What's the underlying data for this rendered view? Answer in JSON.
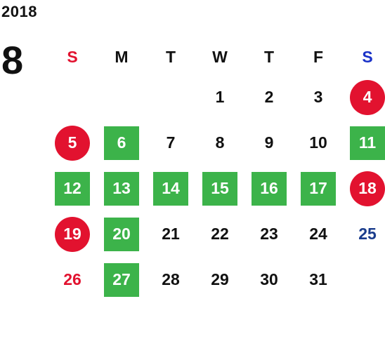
{
  "calendar": {
    "year": "2018",
    "month": "8",
    "weekdays": [
      {
        "label": "S",
        "color": "#e2122f"
      },
      {
        "label": "M",
        "color": "#111111"
      },
      {
        "label": "T",
        "color": "#111111"
      },
      {
        "label": "W",
        "color": "#111111"
      },
      {
        "label": "T",
        "color": "#111111"
      },
      {
        "label": "F",
        "color": "#111111"
      },
      {
        "label": "S",
        "color": "#1a32c8"
      }
    ],
    "weeks": [
      [
        null,
        null,
        null,
        {
          "day": "1",
          "style": "plain",
          "color": "#111111"
        },
        {
          "day": "2",
          "style": "plain",
          "color": "#111111"
        },
        {
          "day": "3",
          "style": "plain",
          "color": "#111111"
        },
        {
          "day": "4",
          "style": "red-circle",
          "color": "#ffffff"
        }
      ],
      [
        {
          "day": "5",
          "style": "red-circle",
          "color": "#ffffff"
        },
        {
          "day": "6",
          "style": "green-box",
          "color": "#ffffff"
        },
        {
          "day": "7",
          "style": "plain",
          "color": "#111111"
        },
        {
          "day": "8",
          "style": "plain",
          "color": "#111111"
        },
        {
          "day": "9",
          "style": "plain",
          "color": "#111111"
        },
        {
          "day": "10",
          "style": "plain",
          "color": "#111111"
        },
        {
          "day": "11",
          "style": "green-box",
          "color": "#ffffff"
        }
      ],
      [
        {
          "day": "12",
          "style": "green-box",
          "color": "#ffffff"
        },
        {
          "day": "13",
          "style": "green-box",
          "color": "#ffffff"
        },
        {
          "day": "14",
          "style": "green-box",
          "color": "#ffffff"
        },
        {
          "day": "15",
          "style": "green-box",
          "color": "#ffffff"
        },
        {
          "day": "16",
          "style": "green-box",
          "color": "#ffffff"
        },
        {
          "day": "17",
          "style": "green-box",
          "color": "#ffffff"
        },
        {
          "day": "18",
          "style": "red-circle",
          "color": "#ffffff"
        }
      ],
      [
        {
          "day": "19",
          "style": "red-circle",
          "color": "#ffffff"
        },
        {
          "day": "20",
          "style": "green-box",
          "color": "#ffffff"
        },
        {
          "day": "21",
          "style": "plain",
          "color": "#111111"
        },
        {
          "day": "22",
          "style": "plain",
          "color": "#111111"
        },
        {
          "day": "23",
          "style": "plain",
          "color": "#111111"
        },
        {
          "day": "24",
          "style": "plain",
          "color": "#111111"
        },
        {
          "day": "25",
          "style": "plain",
          "color": "#1a3c8c"
        }
      ],
      [
        {
          "day": "26",
          "style": "plain",
          "color": "#e2122f"
        },
        {
          "day": "27",
          "style": "green-box",
          "color": "#ffffff"
        },
        {
          "day": "28",
          "style": "plain",
          "color": "#111111"
        },
        {
          "day": "29",
          "style": "plain",
          "color": "#111111"
        },
        {
          "day": "30",
          "style": "plain",
          "color": "#111111"
        },
        {
          "day": "31",
          "style": "plain",
          "color": "#111111"
        },
        null
      ]
    ]
  }
}
